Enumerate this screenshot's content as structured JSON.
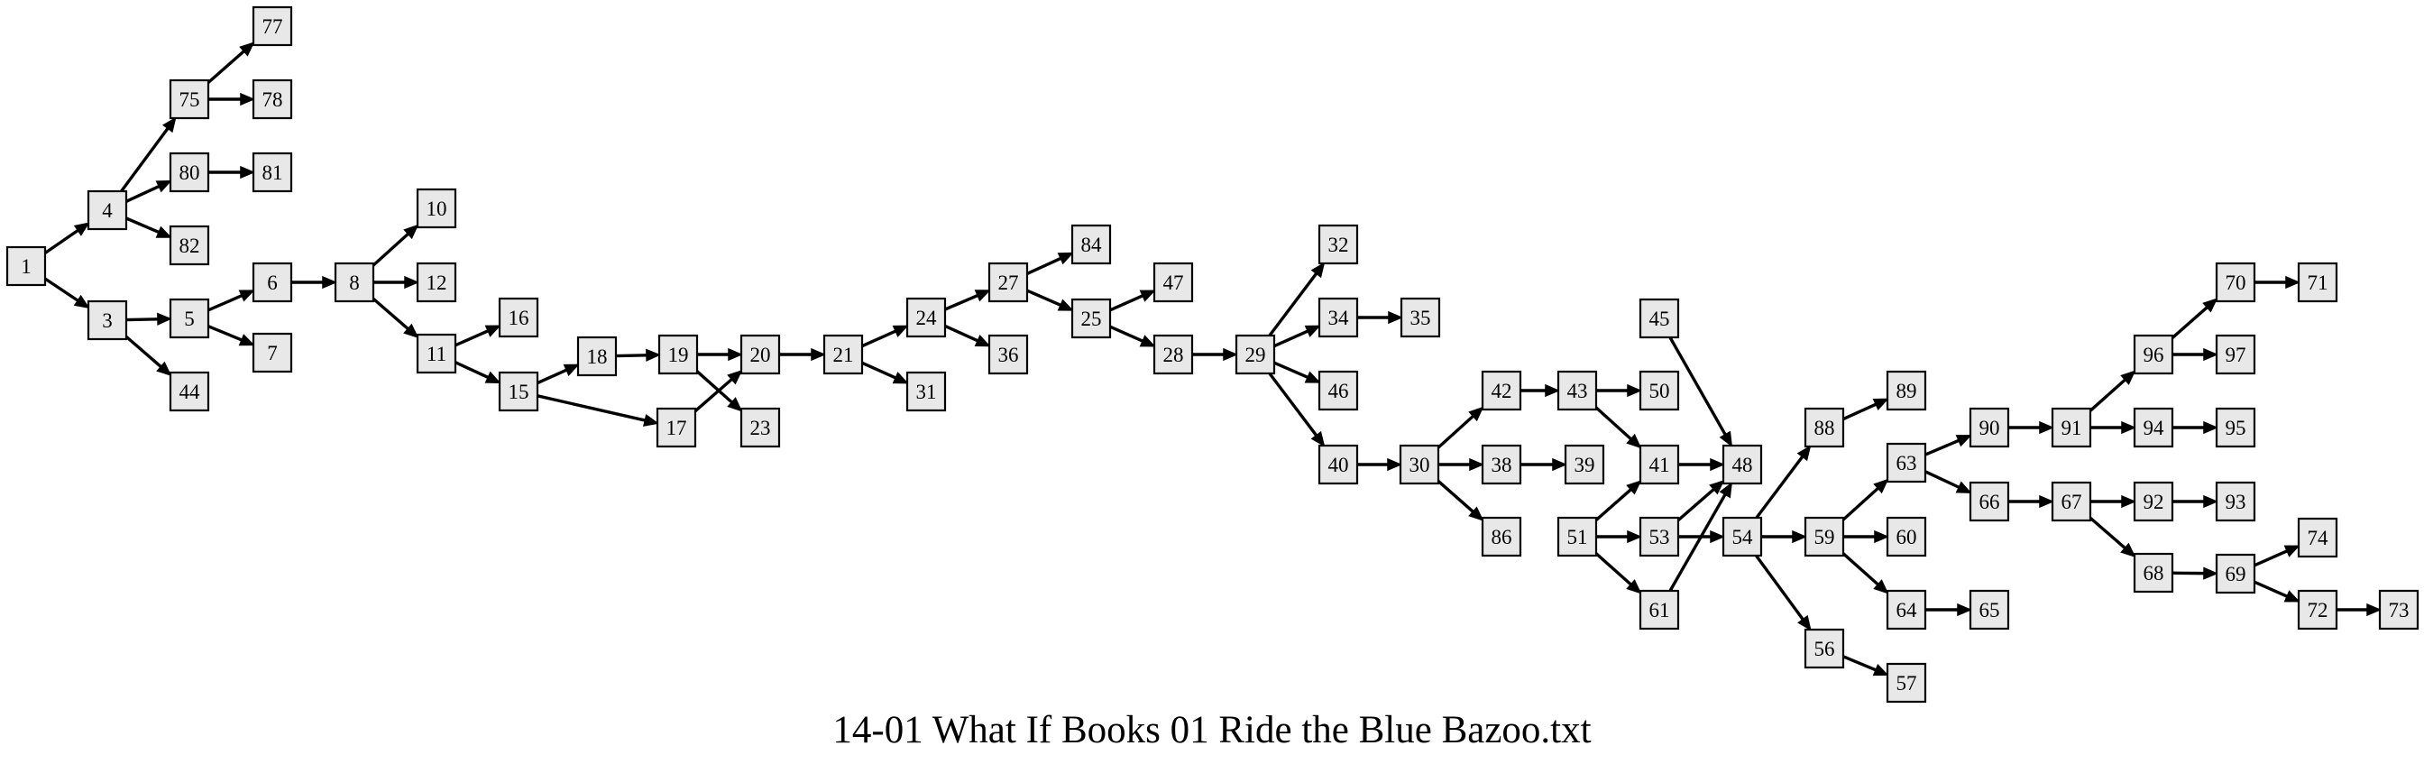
{
  "title": "14-01 What If Books 01 Ride the Blue Bazoo.txt",
  "nodes": [
    "1",
    "3",
    "4",
    "5",
    "6",
    "7",
    "8",
    "10",
    "11",
    "12",
    "15",
    "16",
    "17",
    "18",
    "19",
    "20",
    "21",
    "23",
    "24",
    "25",
    "27",
    "28",
    "29",
    "30",
    "31",
    "32",
    "34",
    "35",
    "36",
    "38",
    "39",
    "40",
    "41",
    "42",
    "43",
    "44",
    "45",
    "46",
    "47",
    "48",
    "50",
    "51",
    "53",
    "54",
    "56",
    "57",
    "59",
    "60",
    "61",
    "63",
    "64",
    "65",
    "66",
    "67",
    "68",
    "69",
    "70",
    "71",
    "72",
    "73",
    "74",
    "75",
    "77",
    "78",
    "80",
    "81",
    "82",
    "84",
    "86",
    "88",
    "89",
    "90",
    "91",
    "92",
    "93",
    "94",
    "95",
    "96",
    "97"
  ],
  "edges": [
    [
      "1",
      "4"
    ],
    [
      "1",
      "3"
    ],
    [
      "4",
      "75"
    ],
    [
      "4",
      "80"
    ],
    [
      "4",
      "82"
    ],
    [
      "75",
      "77"
    ],
    [
      "75",
      "78"
    ],
    [
      "80",
      "81"
    ],
    [
      "3",
      "5"
    ],
    [
      "3",
      "44"
    ],
    [
      "5",
      "6"
    ],
    [
      "5",
      "7"
    ],
    [
      "6",
      "8"
    ],
    [
      "8",
      "10"
    ],
    [
      "8",
      "12"
    ],
    [
      "8",
      "11"
    ],
    [
      "11",
      "16"
    ],
    [
      "11",
      "15"
    ],
    [
      "15",
      "18"
    ],
    [
      "15",
      "17"
    ],
    [
      "18",
      "19"
    ],
    [
      "19",
      "20"
    ],
    [
      "19",
      "23"
    ],
    [
      "17",
      "20"
    ],
    [
      "20",
      "21"
    ],
    [
      "21",
      "24"
    ],
    [
      "21",
      "31"
    ],
    [
      "24",
      "27"
    ],
    [
      "24",
      "36"
    ],
    [
      "27",
      "84"
    ],
    [
      "27",
      "25"
    ],
    [
      "25",
      "47"
    ],
    [
      "25",
      "28"
    ],
    [
      "28",
      "29"
    ],
    [
      "29",
      "32"
    ],
    [
      "29",
      "34"
    ],
    [
      "29",
      "46"
    ],
    [
      "29",
      "40"
    ],
    [
      "34",
      "35"
    ],
    [
      "40",
      "30"
    ],
    [
      "30",
      "42"
    ],
    [
      "30",
      "38"
    ],
    [
      "30",
      "86"
    ],
    [
      "38",
      "39"
    ],
    [
      "42",
      "43"
    ],
    [
      "43",
      "50"
    ],
    [
      "43",
      "41"
    ],
    [
      "41",
      "48"
    ],
    [
      "45",
      "48"
    ],
    [
      "51",
      "41"
    ],
    [
      "51",
      "53"
    ],
    [
      "51",
      "61"
    ],
    [
      "53",
      "48"
    ],
    [
      "53",
      "54"
    ],
    [
      "61",
      "48"
    ],
    [
      "54",
      "88"
    ],
    [
      "54",
      "59"
    ],
    [
      "54",
      "56"
    ],
    [
      "88",
      "89"
    ],
    [
      "56",
      "57"
    ],
    [
      "59",
      "63"
    ],
    [
      "59",
      "60"
    ],
    [
      "59",
      "64"
    ],
    [
      "64",
      "65"
    ],
    [
      "63",
      "90"
    ],
    [
      "63",
      "66"
    ],
    [
      "90",
      "91"
    ],
    [
      "91",
      "96"
    ],
    [
      "91",
      "94"
    ],
    [
      "96",
      "70"
    ],
    [
      "96",
      "97"
    ],
    [
      "70",
      "71"
    ],
    [
      "94",
      "95"
    ],
    [
      "66",
      "67"
    ],
    [
      "67",
      "92"
    ],
    [
      "67",
      "68"
    ],
    [
      "92",
      "93"
    ],
    [
      "68",
      "69"
    ],
    [
      "69",
      "74"
    ],
    [
      "69",
      "72"
    ],
    [
      "72",
      "73"
    ]
  ]
}
